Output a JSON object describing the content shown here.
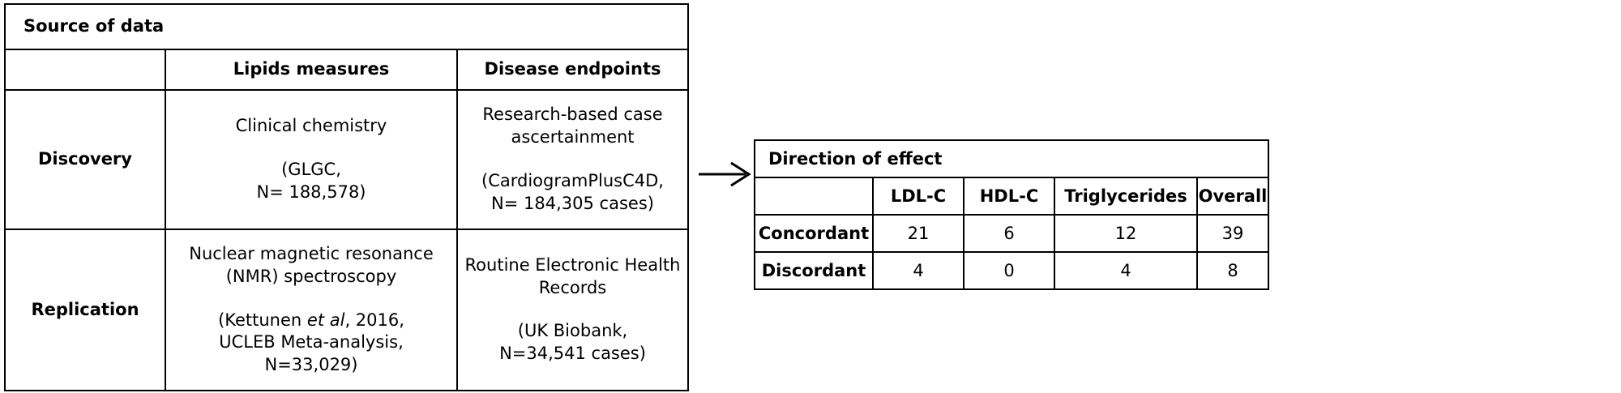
{
  "source_table": {
    "title": "Source of data",
    "column_headers": [
      "",
      "Lipids measures",
      "Disease endpoints"
    ],
    "rows": [
      {
        "label": "Discovery",
        "lipids": {
          "method": "Clinical chemistry",
          "cohort_line1": "(GLGC,",
          "cohort_line2": "N= 188,578)"
        },
        "disease": {
          "method_line1": "Research-based case",
          "method_line2": "ascertainment",
          "cohort_line1": "(CardiogramPlusC4D,",
          "cohort_line2": "N= 184,305 cases)"
        }
      },
      {
        "label": "Replication",
        "lipids": {
          "method_line1": "Nuclear magnetic resonance",
          "method_line2": "(NMR) spectroscopy",
          "cohort_prefix": "(Kettunen ",
          "cohort_italic": "et al",
          "cohort_suffix": ", 2016,",
          "cohort_line2": "UCLEB Meta-analysis,",
          "cohort_line3": "N=33,029)"
        },
        "disease": {
          "method_line1": "Routine Electronic Health",
          "method_line2": "Records",
          "cohort_line1": "(UK Biobank,",
          "cohort_line2": "N=34,541 cases)"
        }
      }
    ]
  },
  "arrow": {
    "icon": "arrow-right-icon"
  },
  "direction_table": {
    "title": "Direction of effect",
    "column_headers": [
      "",
      "LDL-C",
      "HDL-C",
      "Triglycerides",
      "Overall"
    ],
    "rows": [
      {
        "label": "Concordant",
        "ldl_c": "21",
        "hdl_c": "6",
        "triglycerides": "12",
        "overall": "39"
      },
      {
        "label": "Discordant",
        "ldl_c": "4",
        "hdl_c": "0",
        "triglycerides": "4",
        "overall": "8"
      }
    ]
  },
  "colors": {
    "border": "#000000",
    "background": "#ffffff",
    "text": "#000000"
  }
}
